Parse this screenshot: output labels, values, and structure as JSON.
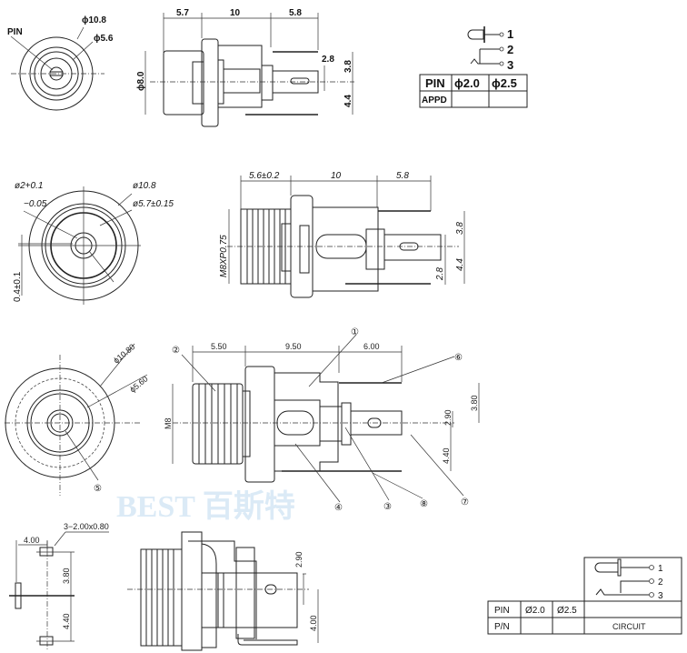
{
  "view1": {
    "front_labels": {
      "pin": "PIN",
      "outer_dia": "ϕ10.8",
      "inner_dia": "ϕ5.6"
    },
    "side_dims": {
      "a": "5.7",
      "b": "10",
      "c": "5.8",
      "body_dia": "ϕ8.0",
      "pin_offset": "2.8",
      "upper": "3.8",
      "lower": "4.4"
    },
    "circuit_pins": [
      "1",
      "2",
      "3"
    ],
    "table": {
      "headers": [
        "PIN",
        "ϕ2.0",
        "ϕ2.5"
      ],
      "row_label": "APPD"
    }
  },
  "view2": {
    "front_labels": {
      "pin_dia": "ø2+0.1",
      "pin_tol": "−0.05",
      "outer_dia": "ø10.8",
      "inner_dia": "ø5.7±0.15",
      "offset": "0.4±0.1"
    },
    "side_dims": {
      "a": "5.6±0.2",
      "b": "10",
      "c": "5.8",
      "thread": "M8XP0.75",
      "upper": "3.8",
      "lower": "4.4",
      "pin_offset": "2.8"
    }
  },
  "view3": {
    "front_labels": {
      "outer_dia": "ϕ10.80",
      "inner_dia": "ϕ5.60"
    },
    "side_dims": {
      "a": "5.50",
      "b": "9.50",
      "c": "6.00",
      "thread": "M8",
      "upper": "3.80",
      "pin_offset": "2.90",
      "lower": "4.40"
    },
    "callouts": [
      "①",
      "②",
      "③",
      "④",
      "⑤",
      "⑥",
      "⑦",
      "⑧"
    ],
    "watermark": "BEST 百斯特"
  },
  "view4": {
    "pad_dims": {
      "pitch": "4.00",
      "slots": "3−2.00x0.80",
      "upper": "3.80",
      "lower": "4.40"
    },
    "side_dims": {
      "pin_offset": "2.90",
      "lower": "4.00"
    },
    "table": {
      "headers": [
        "PIN",
        "Ø2.0",
        "Ø2.5"
      ],
      "row_label": "P/N",
      "circuit_label": "CIRCUIT"
    },
    "circuit_pins": [
      "1",
      "2",
      "3"
    ]
  }
}
